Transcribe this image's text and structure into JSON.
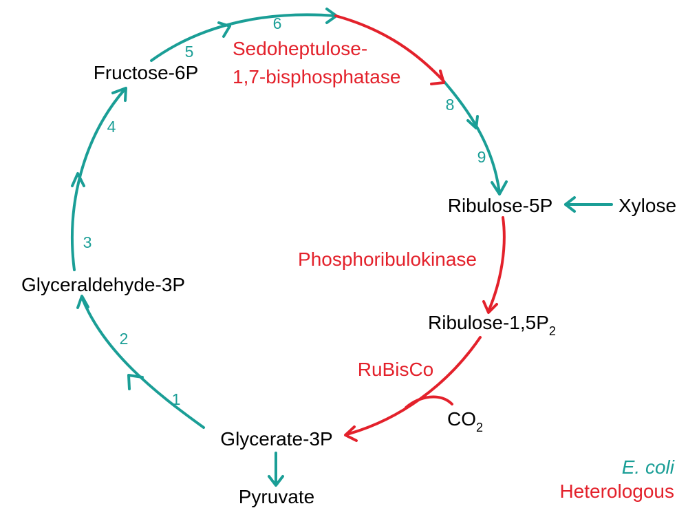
{
  "colors": {
    "ecoli": "#1a9e96",
    "heterologous": "#e3212b",
    "text": "#000000"
  },
  "metabolites": {
    "fructose": "Fructose-6P",
    "ribulose5p": "Ribulose-5P",
    "xylose": "Xylose",
    "ribulose15_main": "Ribulose-1,5P",
    "ribulose15_sub": "2",
    "glycerate": "Glycerate-3P",
    "glyceraldehyde": "Glyceraldehyde-3P",
    "pyruvate": "Pyruvate",
    "co2_main": "CO",
    "co2_sub": "2"
  },
  "enzymes": {
    "sbpase_line1": "Sedoheptulose-",
    "sbpase_line2": "1,7-bisphosphatase",
    "prk": "Phosphoribulokinase",
    "rubisco": "RuBisCo"
  },
  "steps": {
    "s1": "1",
    "s2": "2",
    "s3": "3",
    "s4": "4",
    "s5": "5",
    "s6": "6",
    "s8": "8",
    "s9": "9"
  },
  "legend": {
    "ecoli": "E. coli",
    "heterologous": "Heterologous"
  }
}
